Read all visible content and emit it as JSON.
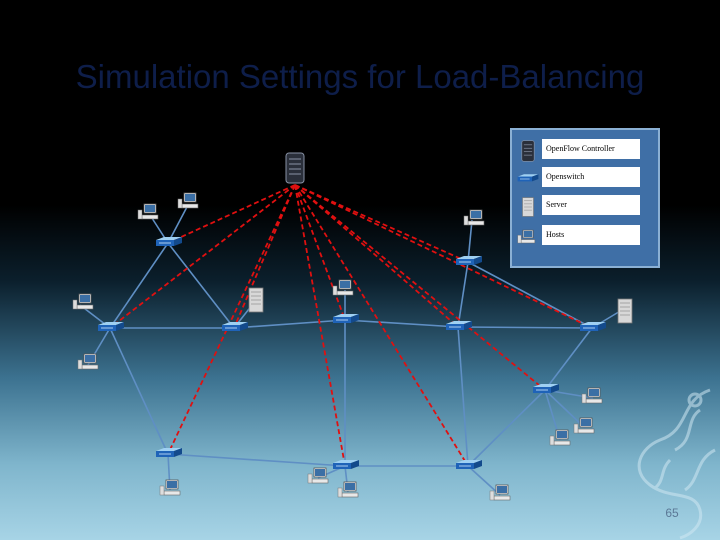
{
  "slide": {
    "title": "Simulation Settings for Load-Balancing",
    "page_number": "65"
  },
  "legend": [
    {
      "label": "OpenFlow Controller",
      "icon": "controller-icon"
    },
    {
      "label": "Openswitch",
      "icon": "switch-icon"
    },
    {
      "label": "Server",
      "icon": "server-icon"
    },
    {
      "label": "Hosts",
      "icon": "host-icon"
    }
  ],
  "colors": {
    "control_link": "#e01010",
    "data_link": "#5f8fc4",
    "legend_bg": "#3f6fa6"
  }
}
